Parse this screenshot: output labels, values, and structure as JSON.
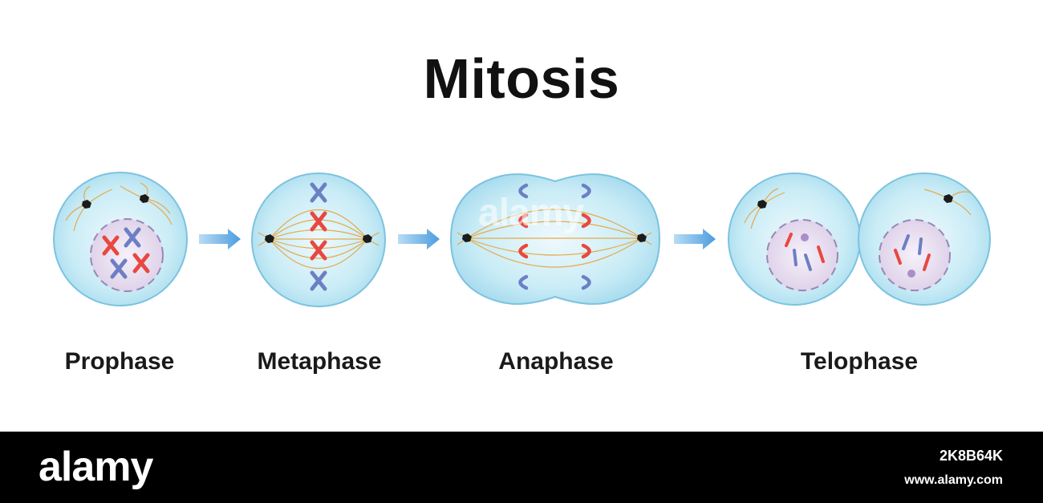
{
  "diagram": {
    "title": "Mitosis",
    "stages": [
      {
        "label": "Prophase"
      },
      {
        "label": "Metaphase"
      },
      {
        "label": "Anaphase"
      },
      {
        "label": "Telophase"
      }
    ],
    "colors": {
      "cell_fill": "#bfe6f3",
      "cell_stroke": "#7cc3e0",
      "nucleus_fill": "#e4d8ec",
      "nucleus_stroke": "#9a86b8",
      "chromosome_red": "#e8483f",
      "chromosome_blue": "#6d7fc4",
      "spindle": "#e6a94a",
      "centrosome": "#1b1b1b",
      "arrow": "#5aa5df"
    }
  },
  "watermark": {
    "logo": "alamy",
    "image_id": "2K8B64K",
    "url": "www.alamy.com"
  }
}
